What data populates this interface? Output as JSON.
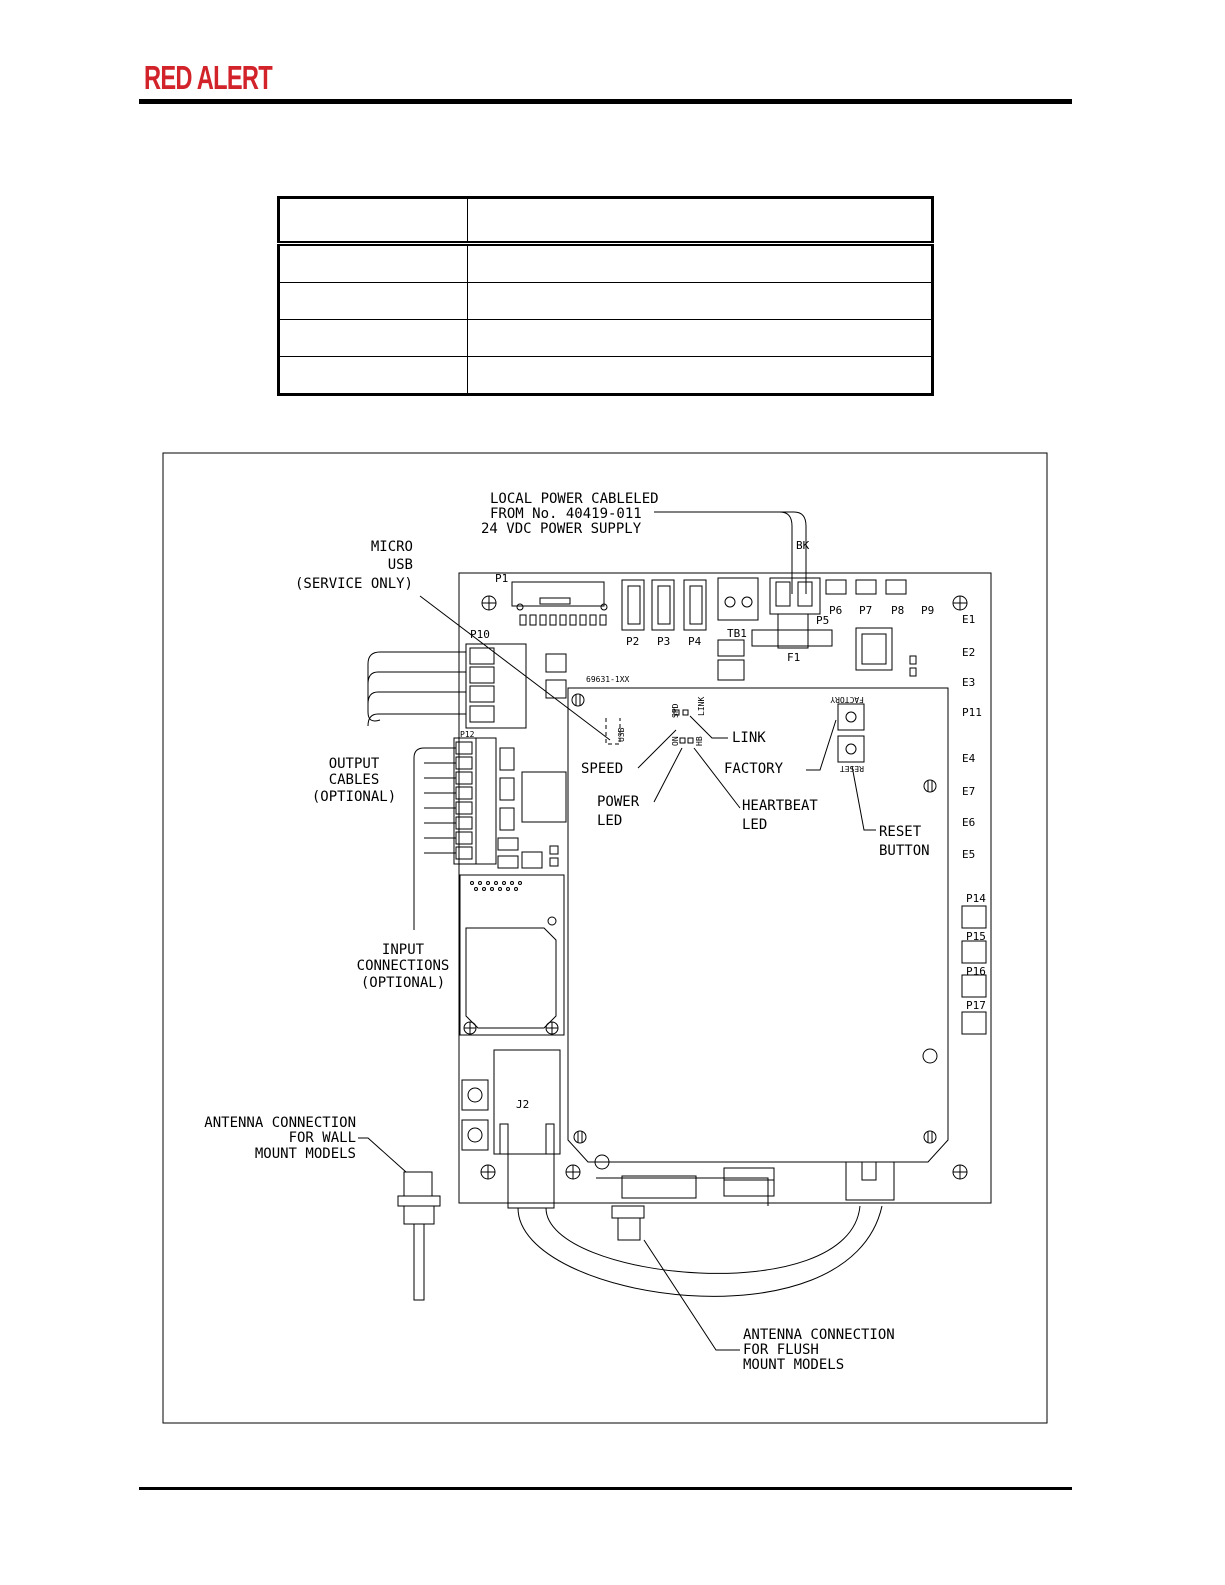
{
  "header": {
    "logo_text": "RED ALERT",
    "brand_color": "#d2232a"
  },
  "spec_table": {
    "rows": [
      [
        "",
        ""
      ],
      [
        "",
        ""
      ],
      [
        "",
        ""
      ],
      [
        "",
        ""
      ],
      [
        "",
        ""
      ]
    ]
  },
  "diagram": {
    "callouts": {
      "power_l1": "LOCAL POWER CABLELED",
      "power_l2": "FROM No. 40419-011",
      "power_l3": "24 VDC POWER SUPPLY",
      "usb_l1": "MICRO",
      "usb_l2": "USB",
      "usb_l3": "(SERVICE ONLY)",
      "out_l1": "OUTPUT",
      "out_l2": "CABLES",
      "out_l3": "(OPTIONAL)",
      "in_l1": "INPUT",
      "in_l2": "CONNECTIONS",
      "in_l3": "(OPTIONAL)",
      "link": "LINK",
      "speed": "SPEED",
      "factory": "FACTORY",
      "power_led_l1": "POWER",
      "power_led_l2": "LED",
      "hb_l1": "HEARTBEAT",
      "hb_l2": "LED",
      "reset_l1": "RESET",
      "reset_l2": "BUTTON",
      "ant_wall_l1": "ANTENNA CONNECTION",
      "ant_wall_l2": "FOR WALL",
      "ant_wall_l3": "MOUNT MODELS",
      "ant_flush_l1": "ANTENNA CONNECTION",
      "ant_flush_l2": "FOR FLUSH",
      "ant_flush_l3": "MOUNT MODELS"
    },
    "refs": {
      "bk": "BK",
      "p1": "P1",
      "p2": "P2",
      "p3": "P3",
      "p4": "P4",
      "p5": "P5",
      "p6": "P6",
      "p7": "P7",
      "p8": "P8",
      "p9": "P9",
      "p10": "P10",
      "p12": "P12",
      "p11": "P11",
      "p14": "P14",
      "p15": "P15",
      "p16": "P16",
      "p17": "P17",
      "tb1": "TB1",
      "f1": "F1",
      "j2": "J2",
      "e1": "E1",
      "e2": "E2",
      "e3": "E3",
      "e4": "E4",
      "e5": "E5",
      "e6": "E6",
      "e7": "E7",
      "part_no": "69631-1XX",
      "usb_mark": "USB",
      "factory_mark": "FACTORY",
      "reset_mark": "RESET",
      "spd_mark": "SPD",
      "link_mark": "LINK",
      "on_mark": "ON",
      "hb_mark": "HB"
    }
  }
}
